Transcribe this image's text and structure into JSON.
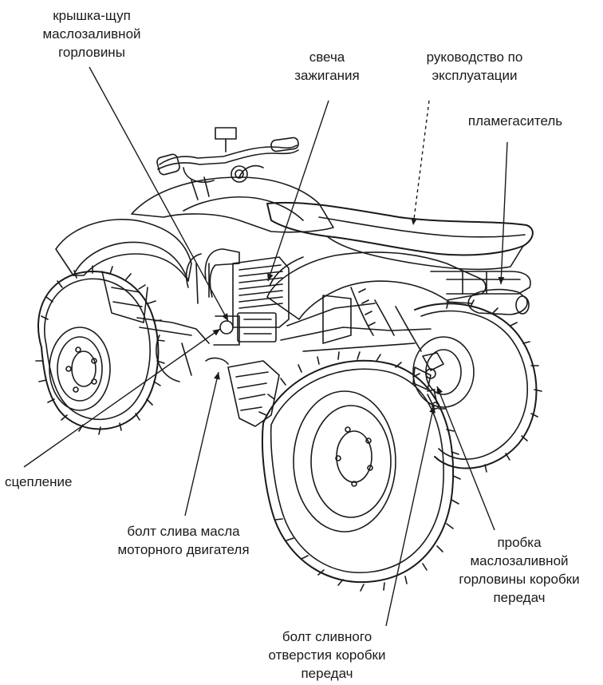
{
  "labels": {
    "filler_cap_dipstick": [
      "крышка-щуп",
      "маслозаливной",
      "горловины"
    ],
    "spark_plug": [
      "свеча",
      "зажигания"
    ],
    "owners_manual": [
      "руководство по",
      "эксплуатации"
    ],
    "spark_arrester": [
      "пламегаситель"
    ],
    "clutch": [
      "сцепление"
    ],
    "engine_oil_drain_bolt": [
      "болт слива масла",
      "моторного двигателя"
    ],
    "gearbox_filler_plug": [
      "пробка",
      "маслозаливной",
      "горловины коробки",
      "передач"
    ],
    "gearbox_drain_bolt": [
      "болт сливного",
      "отверстия коробки",
      "передач"
    ]
  }
}
